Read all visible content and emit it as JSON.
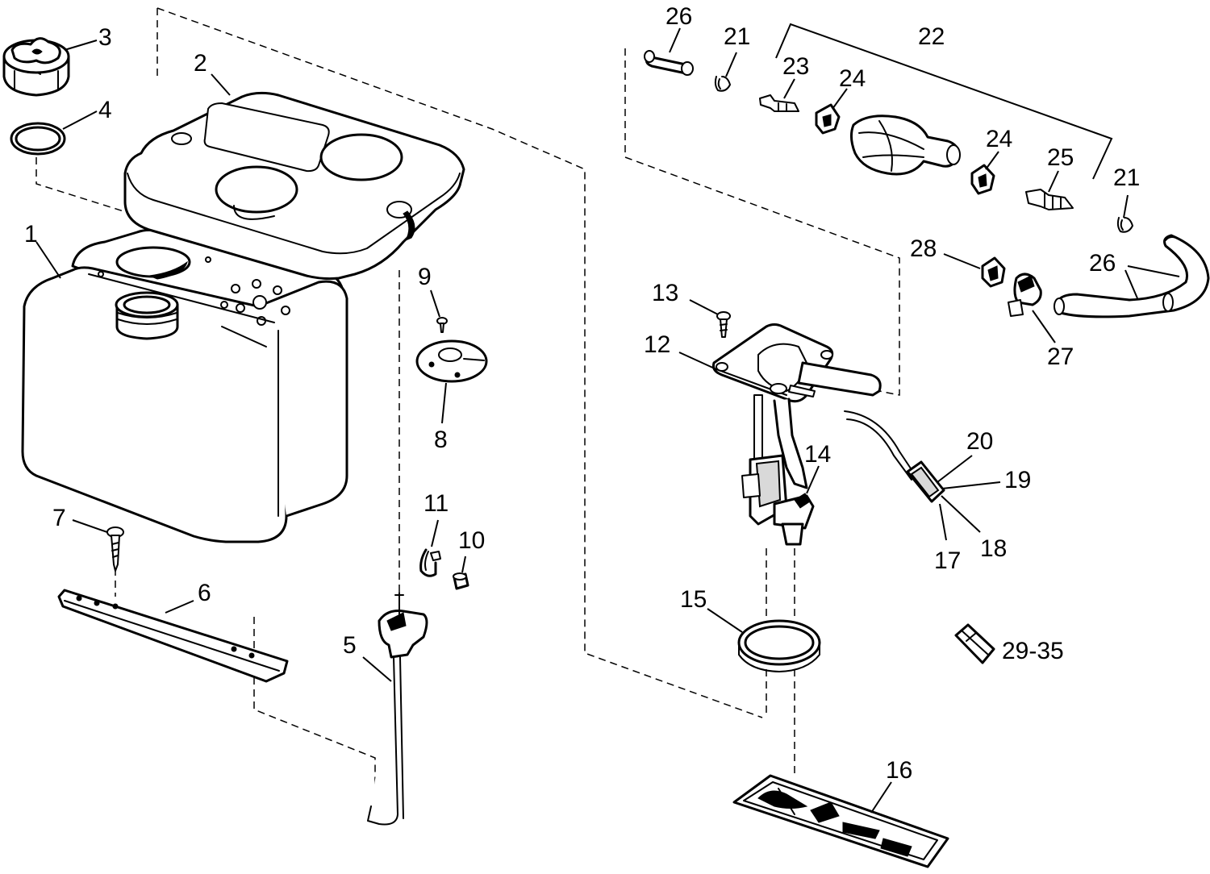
{
  "diagram": {
    "callouts": [
      {
        "id": "c1",
        "label": "1"
      },
      {
        "id": "c2",
        "label": "2"
      },
      {
        "id": "c3",
        "label": "3"
      },
      {
        "id": "c4",
        "label": "4"
      },
      {
        "id": "c5",
        "label": "5"
      },
      {
        "id": "c6",
        "label": "6"
      },
      {
        "id": "c7",
        "label": "7"
      },
      {
        "id": "c8",
        "label": "8"
      },
      {
        "id": "c9",
        "label": "9"
      },
      {
        "id": "c10",
        "label": "10"
      },
      {
        "id": "c11",
        "label": "11"
      },
      {
        "id": "c12",
        "label": "12"
      },
      {
        "id": "c13",
        "label": "13"
      },
      {
        "id": "c14",
        "label": "14"
      },
      {
        "id": "c15",
        "label": "15"
      },
      {
        "id": "c16",
        "label": "16"
      },
      {
        "id": "c17",
        "label": "17"
      },
      {
        "id": "c18",
        "label": "18"
      },
      {
        "id": "c19",
        "label": "19"
      },
      {
        "id": "c20",
        "label": "20"
      },
      {
        "id": "c21a",
        "label": "21"
      },
      {
        "id": "c21b",
        "label": "21"
      },
      {
        "id": "c22",
        "label": "22"
      },
      {
        "id": "c23",
        "label": "23"
      },
      {
        "id": "c24a",
        "label": "24"
      },
      {
        "id": "c24b",
        "label": "24"
      },
      {
        "id": "c25",
        "label": "25"
      },
      {
        "id": "c26a",
        "label": "26"
      },
      {
        "id": "c26b",
        "label": "26"
      },
      {
        "id": "c27",
        "label": "27"
      },
      {
        "id": "c28",
        "label": "28"
      },
      {
        "id": "c29",
        "label": "29-35"
      }
    ],
    "colors": {
      "ink": "#000000",
      "paper": "#ffffff"
    }
  }
}
